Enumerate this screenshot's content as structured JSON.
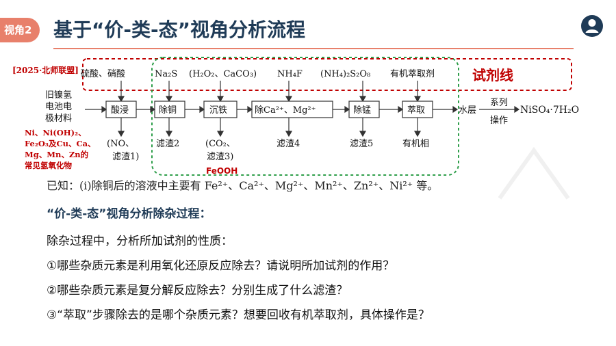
{
  "header": {
    "tag": "视角2",
    "title": "基于“价-类-态”视角分析流程"
  },
  "flow": {
    "source": "[2025·北师联盟]",
    "reagents": [
      "硫酸、硝酸",
      "Na₂S",
      "(H₂O₂、CaCO₃)",
      "NH₄F",
      "(NH₄)₂S₂O₈",
      "有机萃取剂"
    ],
    "reagent_line_label": "试剂线",
    "raw_material": [
      "旧镍氢",
      "电池电",
      "极材料"
    ],
    "steps": [
      "酸浸",
      "除铜",
      "沉铁",
      "除Ca²⁺、Mg²⁺",
      "除锰",
      "萃取"
    ],
    "aqueous": "水层",
    "op_top": "系列",
    "op_bottom": "操作",
    "product": "NiSO₄·7H₂O",
    "residues": {
      "r1_a": "(NO、",
      "r1_b": "滤渣1)",
      "r2": "滤渣2",
      "r3_a": "(CO₂、",
      "r3_b": "滤渣3)",
      "r4": "滤渣4",
      "r5": "滤渣5",
      "r6": "有机相"
    },
    "composition_note": [
      "Ni、Ni(OH)₂、",
      "Fe₂O₃及Cu、Ca、",
      "Mg、Mn、Zn的",
      "常见氢氧化物"
    ],
    "feooh": "FeOOH"
  },
  "known": "已知：(ⅰ)除铜后的溶液中主要有 Fe²⁺、Ca²⁺、Mg²⁺、Mn²⁺、Zn²⁺、Ni²⁺ 等。",
  "analysis": {
    "heading": "“价-类-态”视角分析除杂过程：",
    "intro": "除杂过程中，分析所加试剂的性质：",
    "q1": "①哪些杂质元素是利用氧化还原反应除去？请说明所加试剂的作用？",
    "q2": "②哪些杂质元素是复分解反应除去？分别生成了什么滤渣？",
    "q3": "③“萃取”步骤除去的是哪个杂质元素？想要回收有机萃取剂，具体操作是？"
  },
  "colors": {
    "accent": "#e8806b",
    "title": "#1f3b57",
    "red": "#c00000",
    "green": "#2e9e4a"
  }
}
